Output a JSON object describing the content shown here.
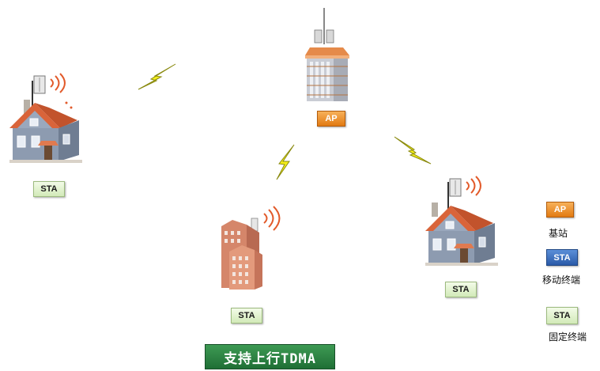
{
  "nodes": {
    "ap": {
      "label": "AP"
    },
    "sta_left": {
      "label": "STA"
    },
    "sta_center": {
      "label": "STA"
    },
    "sta_right": {
      "label": "STA"
    }
  },
  "legend": {
    "ap": {
      "badge": "AP",
      "text": "基站"
    },
    "mobile": {
      "badge": "STA",
      "text": "移动终端"
    },
    "fixed": {
      "badge": "STA",
      "text": "固定终端"
    }
  },
  "banner": {
    "text": "支持上行TDMA"
  },
  "colors": {
    "ap_badge": "#e8851c",
    "sta_badge": "#dcefc8",
    "mobile_badge": "#3a6cc0",
    "banner": "#2a7d40",
    "roof": "#d9643a",
    "lightning": "#f4ee1a"
  },
  "icons": [
    "house-icon",
    "office-tower-icon",
    "apartment-building-icon",
    "antenna-icon",
    "signal-waves-icon",
    "lightning-bolt-icon"
  ]
}
